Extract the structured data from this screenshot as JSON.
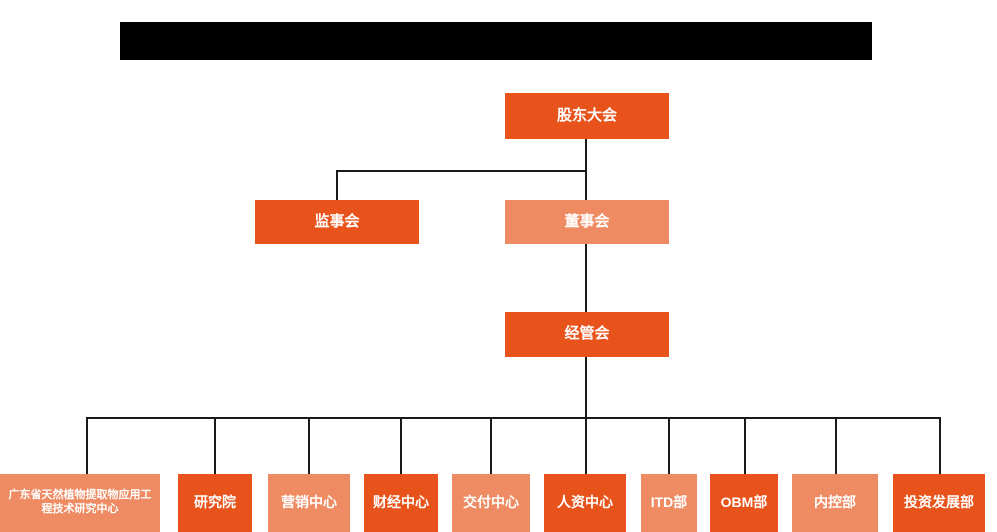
{
  "chart_data": {
    "type": "diagram",
    "title": "",
    "diagram_kind": "organizational-chart",
    "colors": {
      "dark_orange": "#E8531B",
      "light_orange": "#EE8B63",
      "connector": "#1a1a1a",
      "background": "#FFFFFF",
      "redaction": "#000000",
      "text": "#FFFFFF"
    },
    "nodes": [
      {
        "id": "shareholders",
        "label": "股东大会",
        "level": 0,
        "tone": "dark"
      },
      {
        "id": "supervisory",
        "label": "监事会",
        "level": 1,
        "tone": "dark"
      },
      {
        "id": "board",
        "label": "董事会",
        "level": 1,
        "tone": "light"
      },
      {
        "id": "management",
        "label": "经管会",
        "level": 2,
        "tone": "dark"
      },
      {
        "id": "research-center",
        "label": "广东省天然植物提取物应用工程技术研究中心",
        "level": 3,
        "tone": "light"
      },
      {
        "id": "institute",
        "label": "研究院",
        "level": 3,
        "tone": "dark"
      },
      {
        "id": "marketing",
        "label": "营销中心",
        "level": 3,
        "tone": "light"
      },
      {
        "id": "finance",
        "label": "财经中心",
        "level": 3,
        "tone": "dark"
      },
      {
        "id": "delivery",
        "label": "交付中心",
        "level": 3,
        "tone": "light"
      },
      {
        "id": "hr",
        "label": "人资中心",
        "level": 3,
        "tone": "dark"
      },
      {
        "id": "itd",
        "label": "ITD部",
        "level": 3,
        "tone": "light"
      },
      {
        "id": "obm",
        "label": "OBM部",
        "level": 3,
        "tone": "dark"
      },
      {
        "id": "internal-control",
        "label": "内控部",
        "level": 3,
        "tone": "light"
      },
      {
        "id": "investment",
        "label": "投资发展部",
        "level": 3,
        "tone": "dark"
      }
    ],
    "edges": [
      {
        "from": "shareholders",
        "to": "supervisory"
      },
      {
        "from": "shareholders",
        "to": "board"
      },
      {
        "from": "board",
        "to": "management"
      },
      {
        "from": "management",
        "to": "research-center"
      },
      {
        "from": "management",
        "to": "institute"
      },
      {
        "from": "management",
        "to": "marketing"
      },
      {
        "from": "management",
        "to": "finance"
      },
      {
        "from": "management",
        "to": "delivery"
      },
      {
        "from": "management",
        "to": "hr"
      },
      {
        "from": "management",
        "to": "itd"
      },
      {
        "from": "management",
        "to": "obm"
      },
      {
        "from": "management",
        "to": "internal-control"
      },
      {
        "from": "management",
        "to": "investment"
      }
    ]
  },
  "org": {
    "top": {
      "label": "股东大会"
    },
    "supervisory": {
      "label": "监事会"
    },
    "board": {
      "label": "董事会"
    },
    "management": {
      "label": "经管会"
    },
    "departments": [
      {
        "label": "广东省天然植物提取物应用工程技术研究中心"
      },
      {
        "label": "研究院"
      },
      {
        "label": "营销中心"
      },
      {
        "label": "财经中心"
      },
      {
        "label": "交付中心"
      },
      {
        "label": "人资中心"
      },
      {
        "label": "ITD部"
      },
      {
        "label": "OBM部"
      },
      {
        "label": "内控部"
      },
      {
        "label": "投资发展部"
      }
    ]
  },
  "header": {
    "redaction_label": ""
  }
}
